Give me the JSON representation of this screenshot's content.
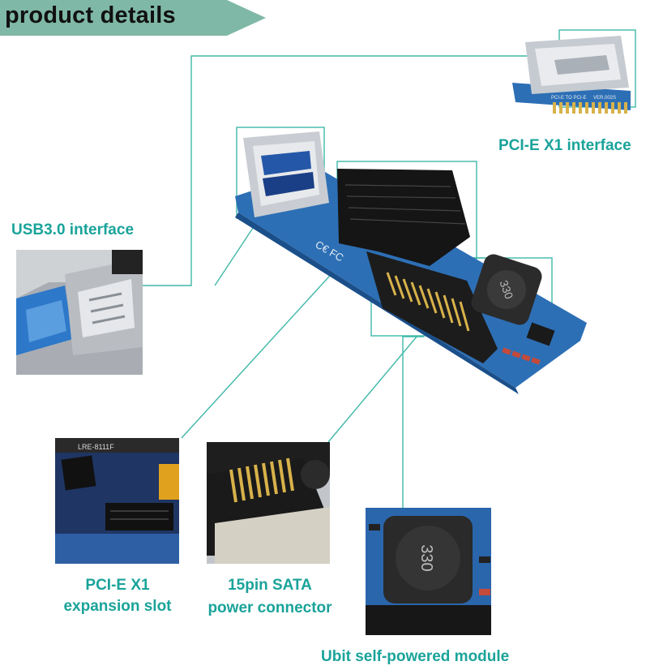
{
  "header": {
    "title": "product details",
    "accent_color": "#7fb8a6"
  },
  "labels": {
    "pcie_x1_interface": "PCI-E X1 interface",
    "usb30_interface": "USB3.0 interface",
    "pcie_x1_slot_line1": "PCI-E X1",
    "pcie_x1_slot_line2": "expansion slot",
    "sata_line1": "15pin SATA",
    "sata_line2": "power connector",
    "ubit_module": "Ubit self-powered module"
  },
  "colors": {
    "label_teal": "#1aa39a",
    "leader_line": "#3fb8a8",
    "pcb_blue": "#2d6fb5",
    "connector_black": "#1a1a1a",
    "gold_pin": "#d8b24a"
  },
  "board_markings": {
    "inductor_code": "330",
    "pcb_text_1": "PCI-E TO PCI-E",
    "pcb_text_2": "VER.002S"
  },
  "inset_markings": {
    "chip_text": "LRE-8111F",
    "inductor_code": "330"
  }
}
